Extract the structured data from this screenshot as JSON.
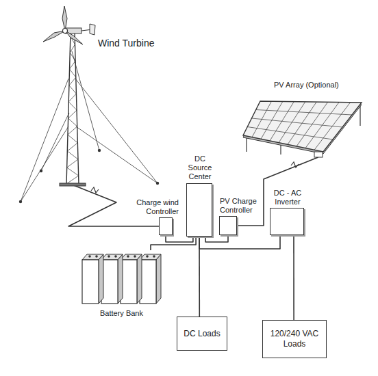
{
  "diagram": {
    "nodes": [
      {
        "text": [
          "Wind Turbine"
        ]
      },
      {
        "text": [
          "PV Array (Optional)"
        ]
      },
      {
        "text": [
          "Charge wind Controller"
        ]
      },
      {
        "text": [
          "DC Source Center"
        ]
      },
      {
        "text": [
          "PV Charge Controller"
        ]
      },
      {
        "text": [
          "DC - AC Inverter"
        ]
      },
      {
        "text": [
          "Battery Bank"
        ]
      },
      {
        "text": [
          "DC Loads"
        ]
      },
      {
        "text": [
          "120/240 VAC Loads"
        ]
      }
    ],
    "edges": [
      {
        "from": 0,
        "to": 2,
        "arrow": "none"
      },
      {
        "from": 2,
        "to": 3,
        "arrow": "none"
      },
      {
        "from": 6,
        "to": 3,
        "arrow": "none"
      },
      {
        "from": 4,
        "to": 3,
        "arrow": "none"
      },
      {
        "from": 1,
        "to": 4,
        "arrow": "none"
      },
      {
        "from": 3,
        "to": 5,
        "arrow": "none"
      },
      {
        "from": 3,
        "to": 7,
        "arrow": "none"
      },
      {
        "from": 5,
        "to": 8,
        "arrow": "none"
      }
    ]
  }
}
